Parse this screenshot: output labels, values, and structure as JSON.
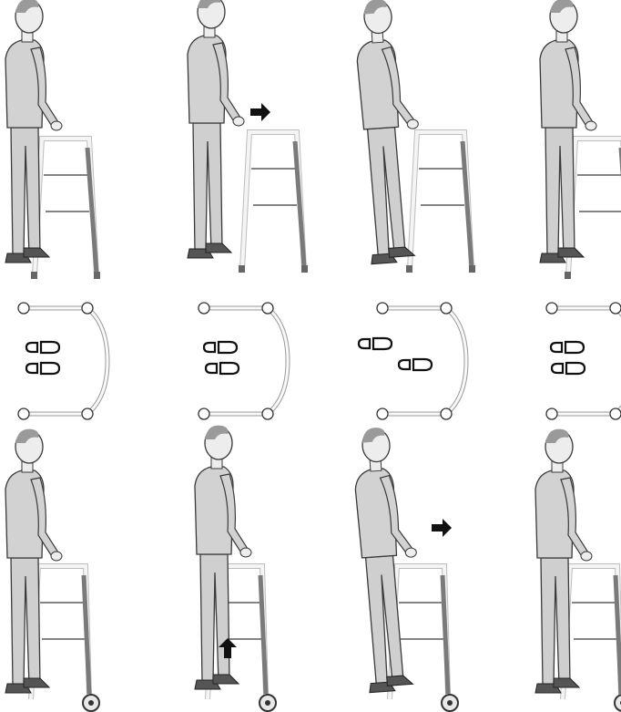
{
  "figure": {
    "rows": [
      {
        "walker_type": "standard",
        "steps": [
          {
            "pose": "standing",
            "arrow": null
          },
          {
            "pose": "lift-walker",
            "arrow": "right"
          },
          {
            "pose": "step-forward",
            "arrow": null
          },
          {
            "pose": "standing",
            "arrow": null
          }
        ]
      },
      {
        "walker_type": "footprints-overhead",
        "steps": [
          {
            "feet": "together"
          },
          {
            "feet": "together"
          },
          {
            "feet": "staggered"
          },
          {
            "feet": "together"
          }
        ]
      },
      {
        "walker_type": "wheeled",
        "steps": [
          {
            "pose": "standing",
            "arrow": null
          },
          {
            "pose": "lift-walker",
            "arrow": "up"
          },
          {
            "pose": "step-forward",
            "arrow": "right"
          },
          {
            "pose": "standing",
            "arrow": null
          }
        ]
      }
    ]
  },
  "colors": {
    "skin": "#ededed",
    "shirt": "#d2d2d2",
    "pants": "#cfcfcf",
    "outline": "#3a3a3a",
    "frame": "#f4f4f4",
    "legs_dark": "#7a7a7a",
    "shoe": "#555555",
    "arrow": "#111111"
  },
  "icons": [
    "arrow-right-icon",
    "arrow-up-icon",
    "footprint-icon",
    "walker-wheel-icon"
  ]
}
